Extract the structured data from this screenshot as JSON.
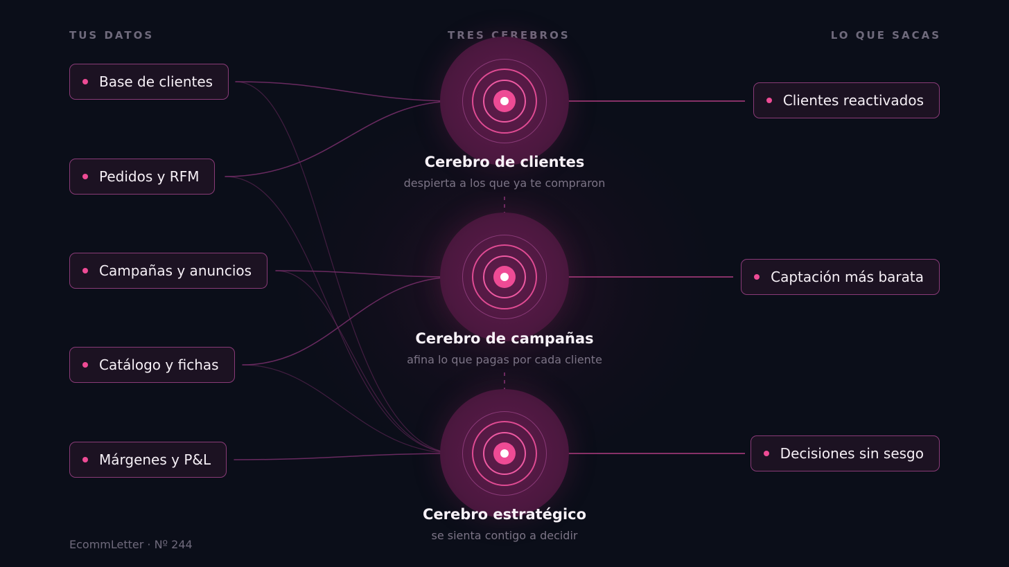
{
  "headers": {
    "inputs": "TUS DATOS",
    "brains": "TRES CEREBROS",
    "outputs": "LO QUE SACAS"
  },
  "inputs": [
    {
      "label": "Base de clientes"
    },
    {
      "label": "Pedidos y RFM"
    },
    {
      "label": "Campañas y anuncios"
    },
    {
      "label": "Catálogo y fichas"
    },
    {
      "label": "Márgenes y P&L"
    }
  ],
  "brains": [
    {
      "title": "Cerebro de clientes",
      "subtitle": "despierta a los que ya te compraron"
    },
    {
      "title": "Cerebro de campañas",
      "subtitle": "afina lo que pagas por cada cliente"
    },
    {
      "title": "Cerebro estratégico",
      "subtitle": "se sienta contigo a decidir"
    }
  ],
  "outputs": [
    {
      "label": "Clientes reactivados"
    },
    {
      "label": "Captación más barata"
    },
    {
      "label": "Decisiones sin sesgo"
    }
  ],
  "footer": "EcommLetter · Nº 244",
  "colors": {
    "background": "#0b0e19",
    "accent": "#ee4b95",
    "pill_border": "#8a3b78",
    "muted_text": "#6f6a7c"
  }
}
